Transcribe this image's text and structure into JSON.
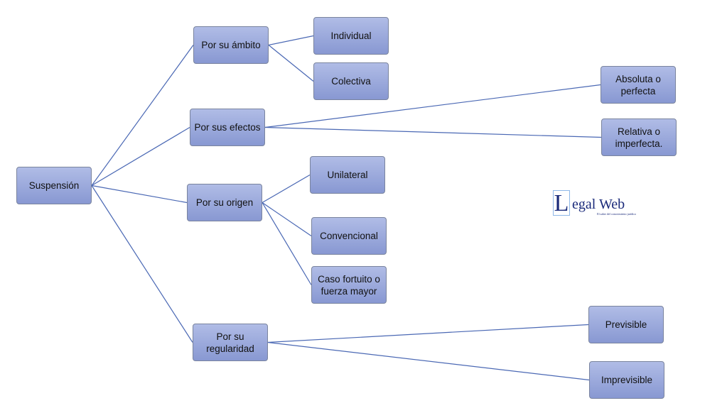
{
  "root": {
    "label": "Suspensión"
  },
  "branches": [
    {
      "label": "Por su ámbito",
      "children": [
        "Individual",
        "Colectiva"
      ]
    },
    {
      "label": "Por sus efectos",
      "children": [
        "Absoluta o perfecta",
        "Relativa o imperfecta."
      ]
    },
    {
      "label": "Por su origen",
      "children": [
        "Unilateral",
        "Convencional",
        "Caso fortuito o fuerza mayor"
      ]
    },
    {
      "label": "Por su regularidad",
      "children": [
        "Previsible",
        "Imprevisible"
      ]
    }
  ],
  "logo": {
    "initial": "L",
    "text": "egal Web",
    "tagline": "El saber del conocimiento jurídico"
  },
  "colors": {
    "line": "#4a68b4",
    "node_top": "#b0bce6",
    "node_bottom": "#8898d2"
  }
}
